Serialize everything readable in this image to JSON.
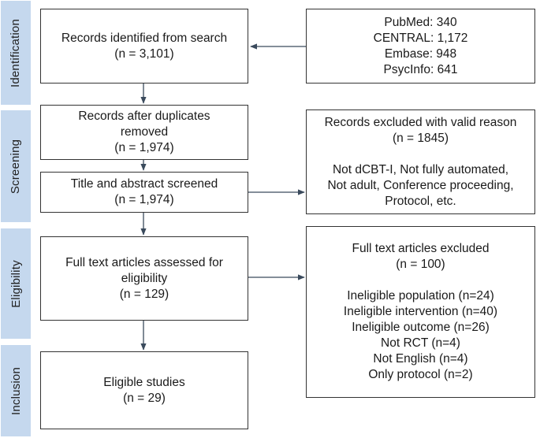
{
  "phases": {
    "identification": "Identification",
    "screening": "Screening",
    "eligibility": "Eligibility",
    "inclusion": "Inclusion"
  },
  "boxes": {
    "identified": {
      "lines": [
        "Records identified from search",
        "(n = 3,101)"
      ]
    },
    "databases": {
      "lines": [
        "PubMed: 340",
        "CENTRAL: 1,172",
        "Embase: 948",
        "PsycInfo: 641"
      ]
    },
    "after_duplicates": {
      "lines": [
        "Records after duplicates",
        "removed",
        "(n = 1,974)"
      ]
    },
    "title_screened": {
      "lines": [
        "Title and abstract screened",
        "(n = 1,974)"
      ]
    },
    "excluded_screening": {
      "header": [
        "Records excluded with valid reason",
        "(n = 1845)"
      ],
      "reasons": [
        "Not dCBT-I, Not fully automated,",
        "Not adult, Conference proceeding,",
        "Protocol, etc."
      ]
    },
    "full_text": {
      "lines": [
        "Full text articles assessed for",
        "eligibility",
        "(n = 129)"
      ]
    },
    "excluded_full_text": {
      "header": [
        "Full text articles excluded",
        "(n = 100)"
      ],
      "reasons": [
        "Ineligible population (n=24)",
        "Ineligible intervention (n=40)",
        "Ineligible outcome (n=26)",
        "Not RCT (n=4)",
        "Not English (n=4)",
        "Only protocol (n=2)"
      ]
    },
    "eligible": {
      "lines": [
        "Eligible studies",
        "(n = 29)"
      ]
    }
  },
  "colors": {
    "phase_fill": "#c5d8ee",
    "border": "#333333",
    "arrow": "#3a4a5c"
  }
}
